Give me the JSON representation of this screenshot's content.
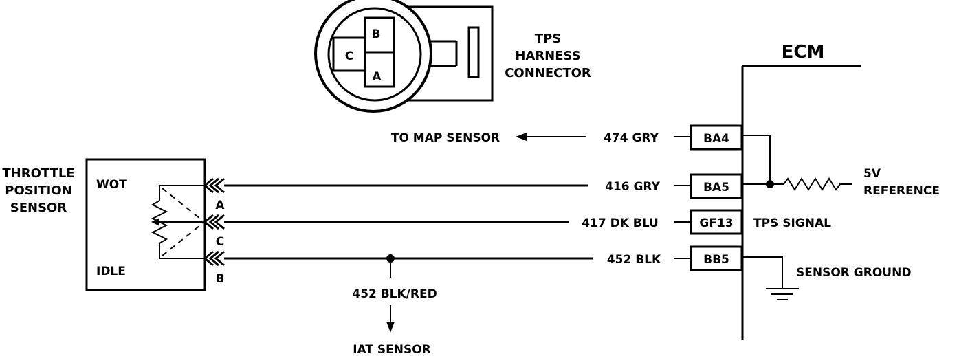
{
  "connector": {
    "label_lines": [
      "TPS",
      "HARNESS",
      "CONNECTOR"
    ],
    "pins": [
      "B",
      "C",
      "A"
    ]
  },
  "sensor": {
    "title_lines": [
      "THROTTLE",
      "POSITION",
      "SENSOR"
    ],
    "wot": "WOT",
    "idle": "IDLE",
    "pin_a": "A",
    "pin_c": "C",
    "pin_b": "B"
  },
  "ecm": {
    "title": "ECM",
    "terminals": [
      "BA4",
      "BA5",
      "GF13",
      "BB5"
    ],
    "reference_lines": [
      "5V",
      "REFERENCE"
    ],
    "tps_signal": "TPS  SIGNAL",
    "sensor_ground": "SENSOR  GROUND"
  },
  "wires": {
    "map_wire": "474 GRY",
    "map_sensor": "TO MAP SENSOR",
    "ref_wire": "416 GRY",
    "signal_wire": "417 DK BLU",
    "ground_wire": "452 BLK",
    "iat_wire": "452 BLK/RED",
    "iat_sensor": "IAT SENSOR"
  },
  "colors": {
    "ink": "#000000",
    "paper": "#ffffff"
  }
}
